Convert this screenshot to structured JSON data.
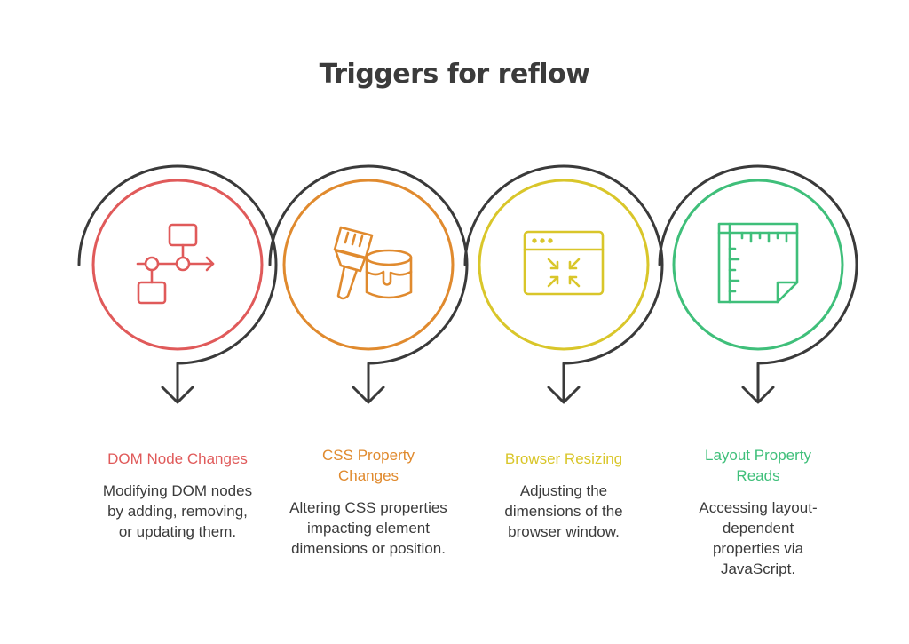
{
  "title": "Triggers for reflow",
  "colors": {
    "outline": "#3a3a3a",
    "red": "#e05a5a",
    "orange": "#e08a2e",
    "yellow": "#d9c62a",
    "green": "#3fbf7a"
  },
  "steps": [
    {
      "icon": "flowchart-icon",
      "color": "#e05a5a",
      "label": "DOM Node Changes",
      "description": "Modifying DOM nodes by adding, removing, or updating them."
    },
    {
      "icon": "paint-brush-icon",
      "color": "#e08a2e",
      "label": "CSS Property Changes",
      "description": "Altering CSS properties impacting element dimensions or position."
    },
    {
      "icon": "browser-resize-icon",
      "color": "#d9c62a",
      "label": "Browser Resizing",
      "description": "Adjusting the dimensions of the browser window."
    },
    {
      "icon": "ruler-sheet-icon",
      "color": "#3fbf7a",
      "label": "Layout Property Reads",
      "description": "Accessing layout-dependent properties via JavaScript."
    }
  ]
}
